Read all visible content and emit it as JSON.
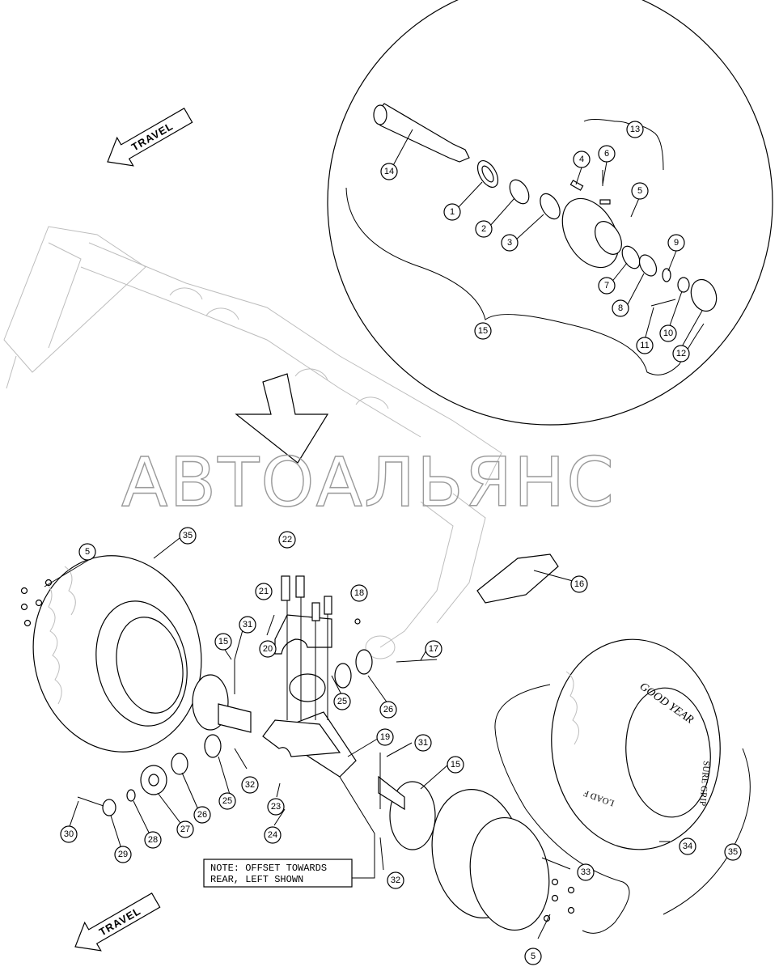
{
  "travel_label": "TRAVEL",
  "watermark": "АВТОАЛЬЯНС",
  "note": {
    "line1": "NOTE: OFFSET TOWARDS",
    "line2": "REAR, LEFT SHOWN"
  },
  "tire_text": {
    "brand": "GOOD YEAR",
    "size": "SURE GRIP",
    "load": "LOAD F"
  },
  "callouts": [
    "1",
    "2",
    "3",
    "4",
    "5",
    "6",
    "7",
    "8",
    "9",
    "10",
    "11",
    "12",
    "13",
    "14",
    "15",
    "16",
    "17",
    "18",
    "19",
    "20",
    "21",
    "22",
    "23",
    "24",
    "25",
    "26",
    "27",
    "28",
    "29",
    "30",
    "31",
    "32",
    "33",
    "34",
    "35"
  ]
}
